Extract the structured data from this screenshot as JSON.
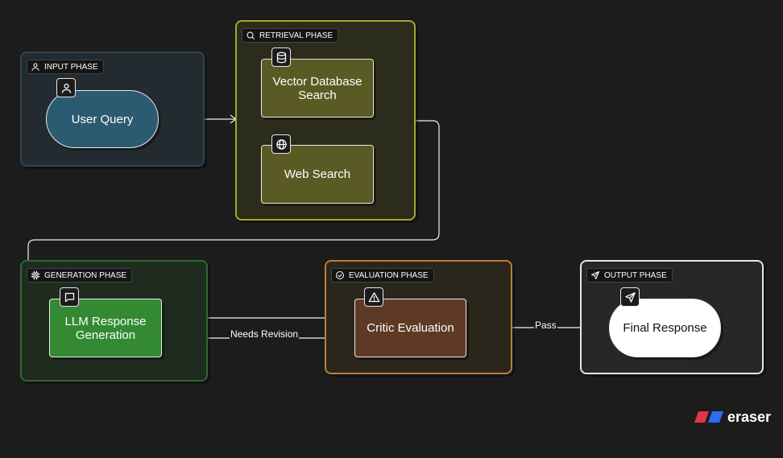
{
  "diagram": {
    "groups": {
      "input": {
        "label": "INPUT PHASE",
        "icon": "user-icon",
        "fill": "#232a30",
        "border": "#2f4552"
      },
      "retrieval": {
        "label": "RETRIEVAL PHASE",
        "icon": "search-icon",
        "fill": "#2c2c1c",
        "border": "#a6a82a"
      },
      "generation": {
        "label": "GENERATION PHASE",
        "icon": "cpu-icon",
        "fill": "#1f2b1f",
        "border": "#2e6a2b"
      },
      "evaluation": {
        "label": "EVALUATION PHASE",
        "icon": "check-circle-icon",
        "fill": "#2b261c",
        "border": "#b8803a"
      },
      "output": {
        "label": "OUTPUT PHASE",
        "icon": "send-icon",
        "fill": "#272727",
        "border": "#e6e6e6"
      }
    },
    "nodes": {
      "user_query": {
        "label": "User Query",
        "fill": "#2b5b70",
        "icon": "user-icon"
      },
      "vector_search": {
        "label": "Vector Database Search",
        "fill": "#5a5a24",
        "icon": "database-icon"
      },
      "web_search": {
        "label": "Web Search",
        "fill": "#5a5a24",
        "icon": "globe-icon"
      },
      "llm_generation": {
        "label": "LLM Response Generation",
        "fill": "#338a32",
        "icon": "message-square-icon"
      },
      "critic_evaluation": {
        "label": "Critic Evaluation",
        "fill": "#5e3a24",
        "icon": "alert-triangle-icon"
      },
      "final_response": {
        "label": "Final Response",
        "fill": "#ffffff",
        "icon": "send-icon"
      }
    },
    "edges": {
      "needs_revision": {
        "label": "Needs Revision"
      },
      "pass": {
        "label": "Pass"
      }
    }
  },
  "watermark": {
    "text": "eraser",
    "colors": [
      "#e0364a",
      "#2d6df0"
    ]
  }
}
